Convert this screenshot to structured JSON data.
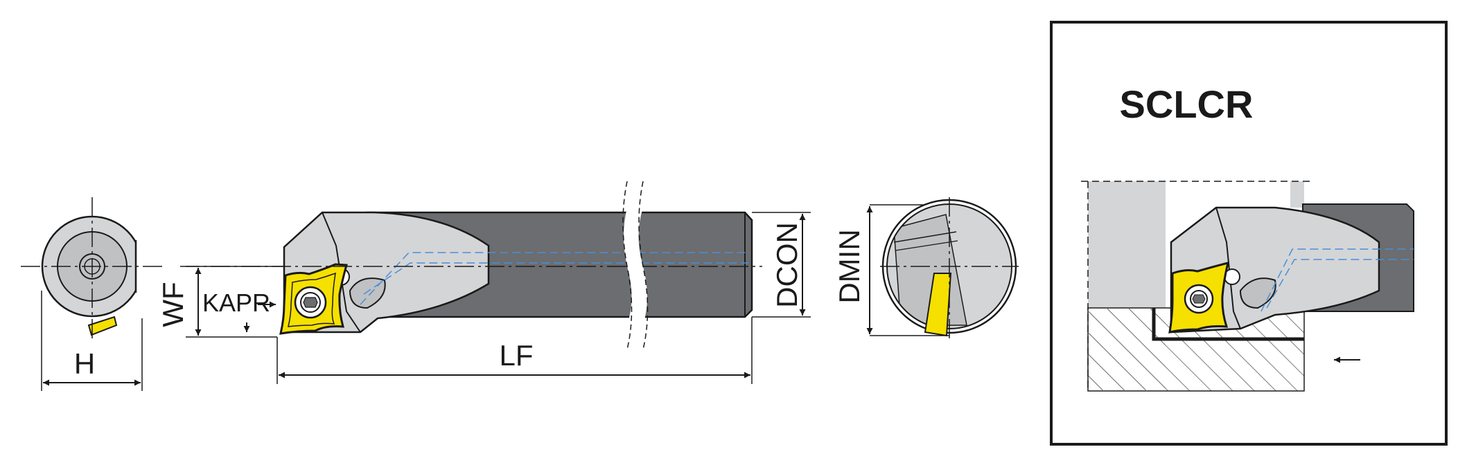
{
  "labels": {
    "h": "H",
    "wf": "WF",
    "kapr": "KAPR",
    "lf": "LF",
    "dcon": "DCON",
    "dmin": "DMIN",
    "designation": "SCLCR"
  },
  "colors": {
    "shank": "#6b6d70",
    "body_light": "#d4d5d7",
    "body_mid": "#bfc1c3",
    "insert": "#f5e000",
    "coolant_line": "#4a8fd8",
    "workpiece_hatch": "#7a7a7a",
    "outline": "#1a1a1a"
  },
  "icons": {
    "feed_direction": "arrow-left-icon",
    "insert_screw": "torx-screw-icon"
  }
}
